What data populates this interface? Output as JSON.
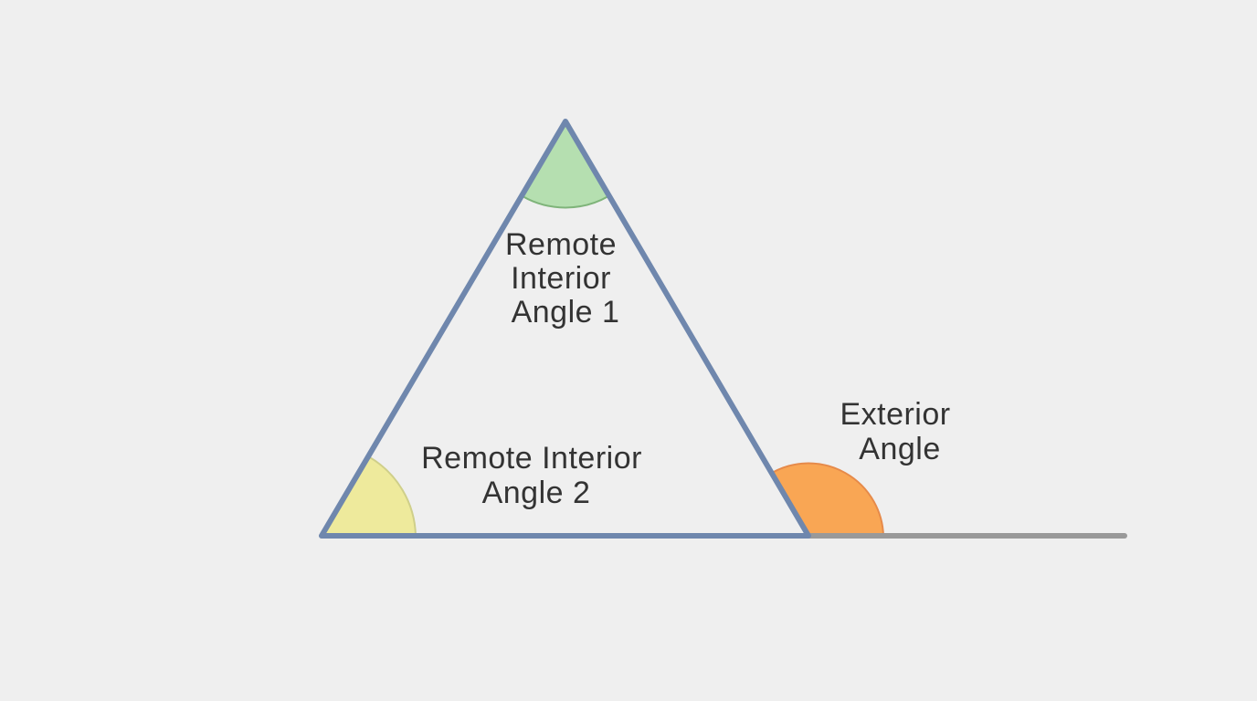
{
  "colors": {
    "background": "#efefef",
    "triangle_stroke": "#6f87ad",
    "extension_line": "#999999",
    "top_angle_fill": "#b5dfb0",
    "top_angle_edge": "#7fb47a",
    "left_angle_fill": "#eeea9c",
    "left_angle_edge": "#cfcf8a",
    "exterior_angle_fill": "#f9a654",
    "exterior_angle_edge": "#e68a4a",
    "text": "#333333"
  },
  "labels": {
    "top_angle": [
      "Remote",
      "Interior",
      "Angle 1"
    ],
    "left_angle": [
      "Remote Interior",
      "Angle 2"
    ],
    "exterior_angle": [
      "Exterior",
      "Angle"
    ]
  }
}
